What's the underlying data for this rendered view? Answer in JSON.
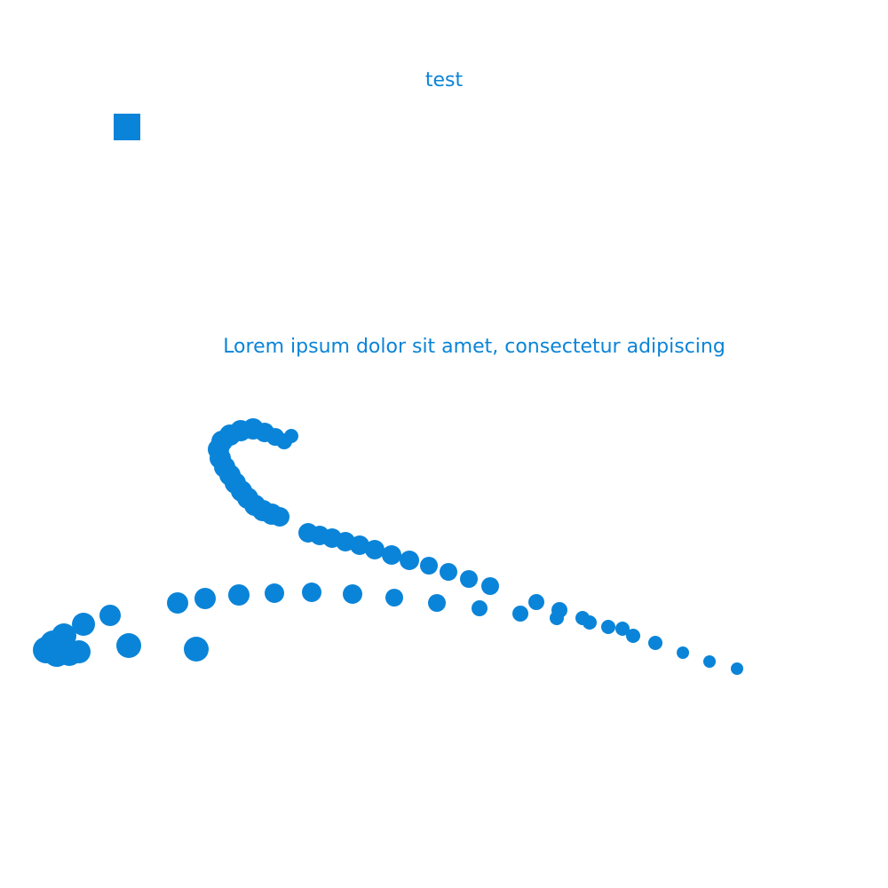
{
  "title_text": "test",
  "body_text": "Lorem ipsum dolor sit amet, consectetur adipiscing",
  "accent_color": "#0a84d8",
  "square_icon": "blue-square"
}
